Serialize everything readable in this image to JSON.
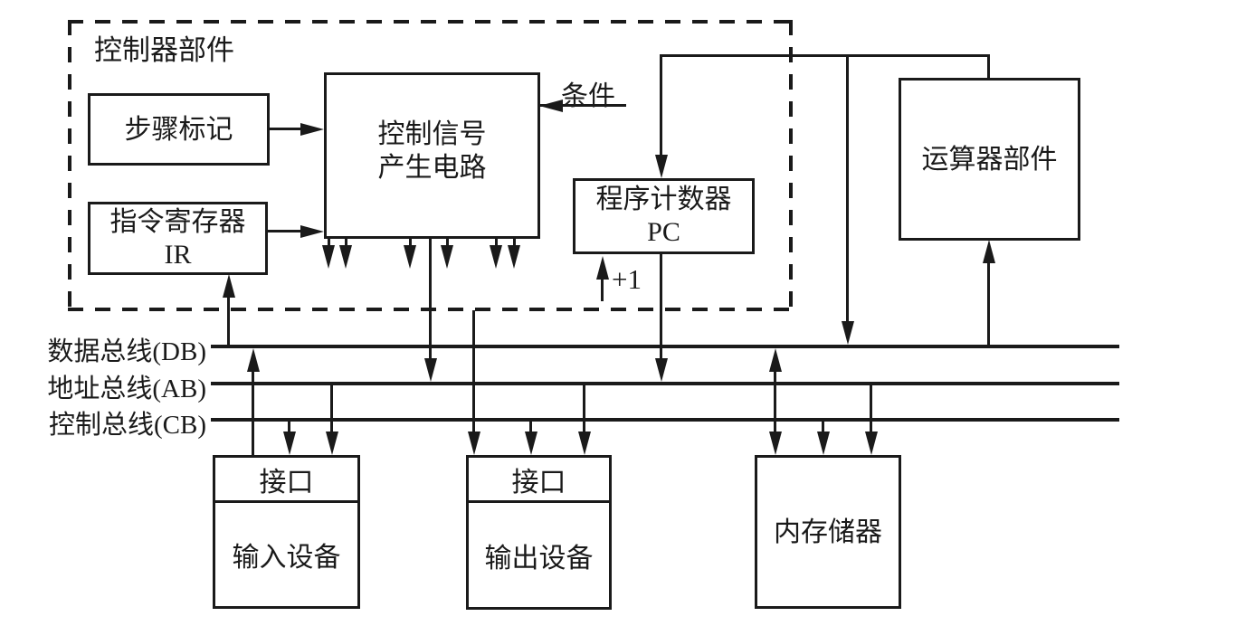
{
  "controller": {
    "label": "控制器部件"
  },
  "nodes": {
    "step_marker": {
      "label": "步骤标记"
    },
    "instruction_register": {
      "line1": "指令寄存器",
      "line2": "IR"
    },
    "control_signal": {
      "line1": "控制信号",
      "line2": "产生电路"
    },
    "program_counter": {
      "line1": "程序计数器",
      "line2": "PC"
    },
    "alu": {
      "label": "运算器部件"
    },
    "input_interface": {
      "port": "接口",
      "device": "输入设备"
    },
    "output_interface": {
      "port": "接口",
      "device": "输出设备"
    },
    "memory": {
      "label": "内存储器"
    }
  },
  "buses": {
    "data": {
      "label": "数据总线(DB)"
    },
    "address": {
      "label": "地址总线(AB)"
    },
    "control": {
      "label": "控制总线(CB)"
    }
  },
  "annotations": {
    "condition": "条件",
    "increment": "+1"
  },
  "colors": {
    "line": "#1a1a1a",
    "background": "#ffffff"
  }
}
